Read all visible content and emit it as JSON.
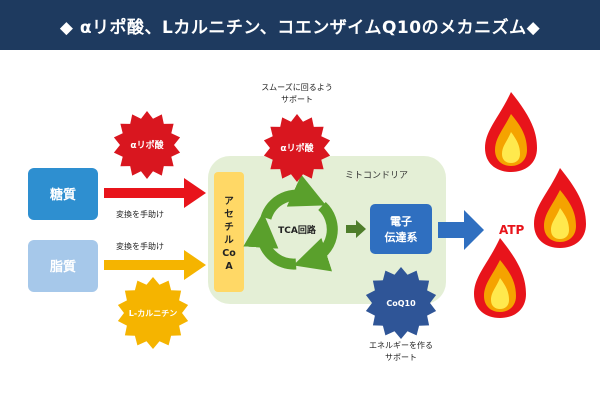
{
  "header": {
    "title": "◆ αリポ酸、Lカルニチン、コエンザイムQ10のメカニズム◆"
  },
  "inputs": {
    "sugar": "糖質",
    "fat": "脂質"
  },
  "arrows": {
    "sugar_help": "変換を手助け",
    "fat_help": "変換を手助け"
  },
  "badges": {
    "alpha_lipoic_left": "αリポ酸",
    "alpha_lipoic_top": "αリポ酸",
    "l_carnitine": "L-カルニチン",
    "coq10": "CoQ10"
  },
  "notes": {
    "smooth_line1": "スムーズに回るよう",
    "smooth_line2": "サポート",
    "energy_line1": "エネルギーを作る",
    "energy_line2": "サポート"
  },
  "mitochondria": {
    "label": "ミトコンドリア",
    "acetyl_coa": [
      "ア",
      "セ",
      "チ",
      "ル",
      "Co",
      "A"
    ],
    "tca": "TCA回路",
    "etc_line1": "電子",
    "etc_line2": "伝達系"
  },
  "output": {
    "atp": "ATP"
  },
  "colors": {
    "header_bg": "#1e3a5f",
    "sugar_box": "#2e8fd0",
    "fat_box": "#a6c8ea",
    "red_arrow": "#e8141b",
    "yellow_arrow": "#f5b400",
    "red_badge": "#d9161f",
    "yellow_badge": "#f5b400",
    "blue_badge": "#2f5597",
    "mitochondria_bg": "#e4efd6",
    "acetyl_bar": "#ffd866",
    "tca_green": "#5aa02c",
    "etc_box": "#2f6fc0",
    "big_arrow": "#2f6fc0",
    "flame_outer": "#e8141b",
    "flame_mid": "#f5a300",
    "flame_inner": "#ffe94d",
    "atp_text": "#e8141b"
  }
}
